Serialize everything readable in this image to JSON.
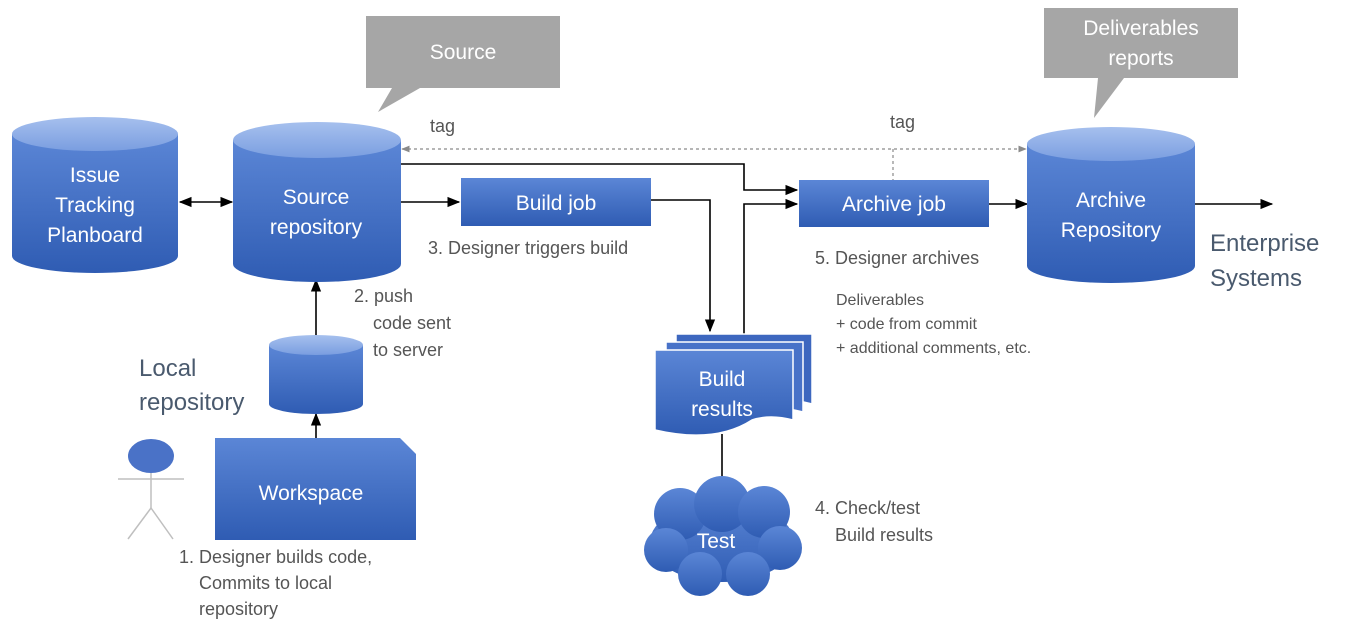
{
  "nodes": {
    "issue_tracking": [
      "Issue",
      "Tracking",
      "Planboard"
    ],
    "source_repository": [
      "Source",
      "repository"
    ],
    "build_job": "Build job",
    "archive_job": "Archive job",
    "archive_repository": [
      "Archive",
      "Repository"
    ],
    "build_results": [
      "Build",
      "results"
    ],
    "test": "Test",
    "workspace": "Workspace"
  },
  "callouts": {
    "source": "Source",
    "deliverables_reports": [
      "Deliverables",
      "reports"
    ]
  },
  "labels": {
    "tag_left": "tag",
    "tag_right": "tag",
    "enterprise_systems": [
      "Enterprise",
      "Systems"
    ],
    "local_repository": [
      "Local",
      "repository"
    ],
    "step1": [
      "1. Designer builds code,",
      "Commits to local",
      "repository"
    ],
    "step2": [
      "2. push",
      "code sent",
      "to server"
    ],
    "step3": "3. Designer triggers build",
    "step4": [
      "4. Check/test",
      "Build results"
    ],
    "step5": "5. Designer archives",
    "deliverables_note": [
      "Deliverables",
      "+ code from commit",
      "+ additional comments, etc."
    ]
  },
  "colors": {
    "node_fill_top": "#5b86d6",
    "node_fill_bottom": "#2e5bb5",
    "node_top_cap": "#8fb0e8",
    "callout_gray": "#a6a6a6",
    "label_gray": "#555555",
    "enterprise_text": "#4a5a6e"
  },
  "icons": {
    "person": "stick-figure-icon"
  }
}
